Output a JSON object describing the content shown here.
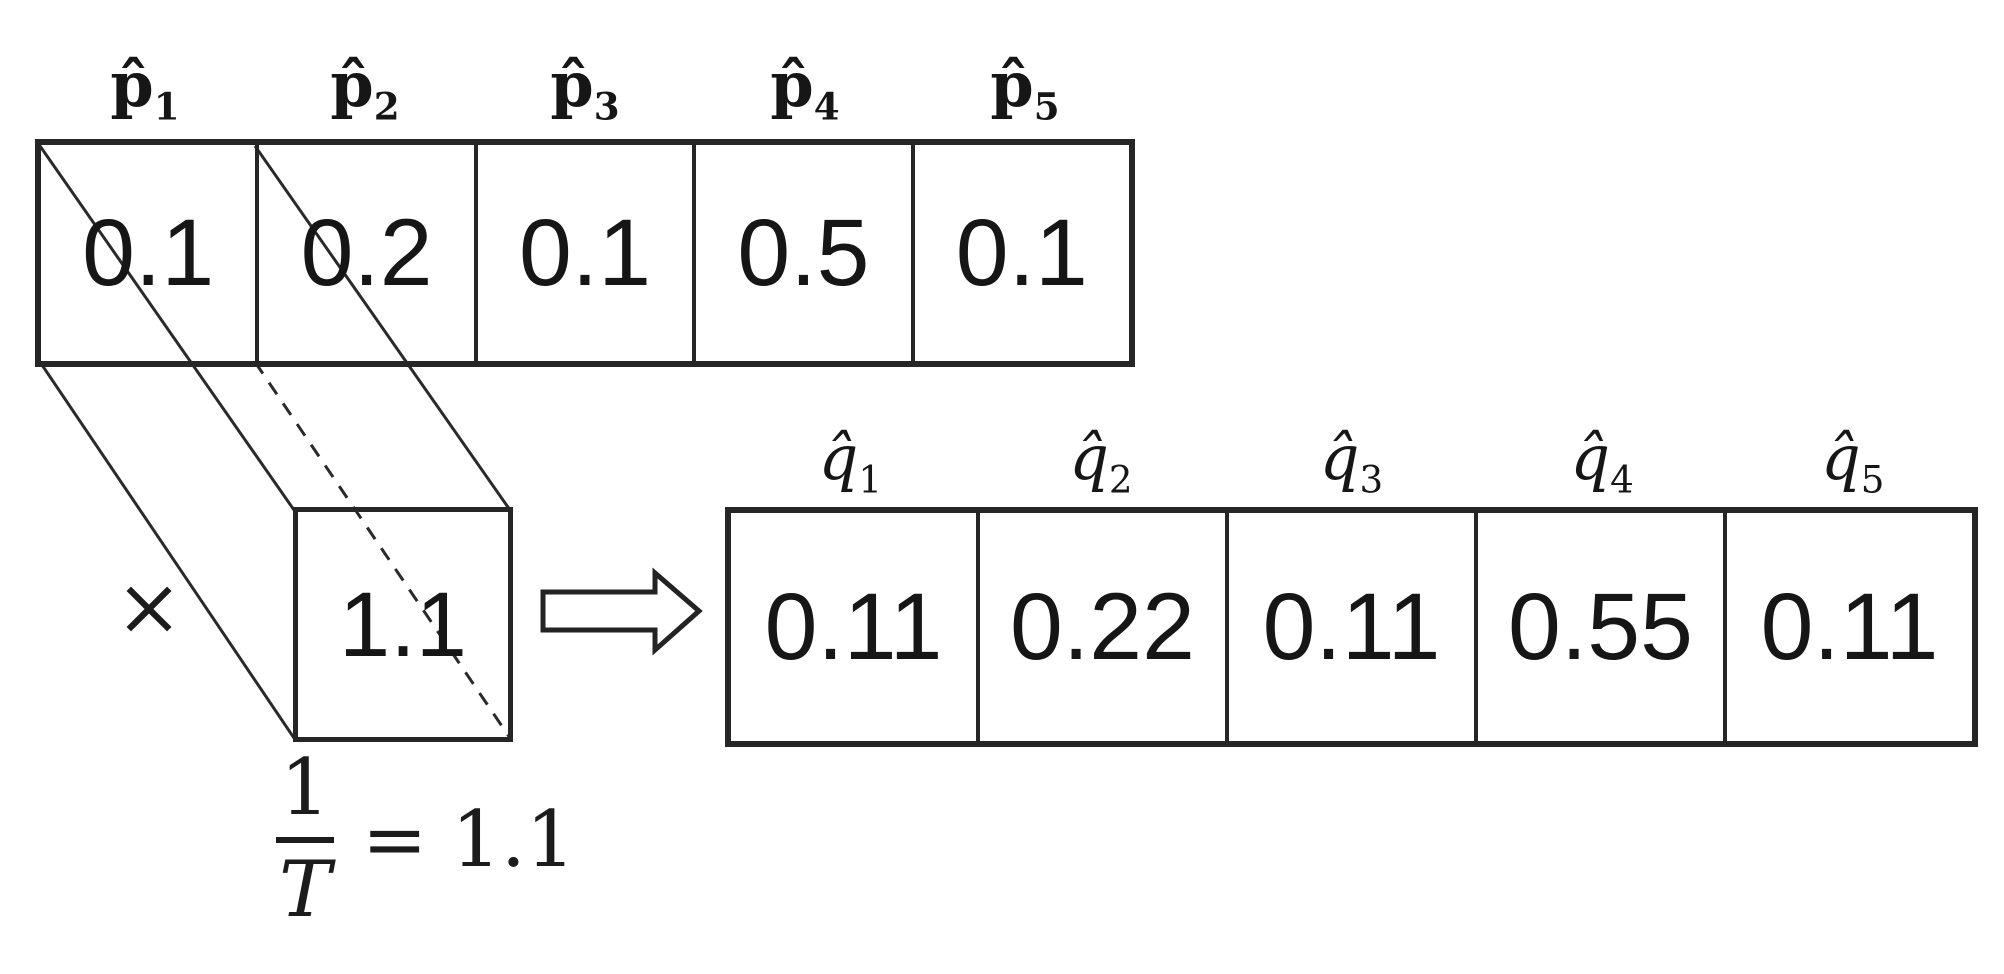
{
  "colors": {
    "ink": "#262626",
    "background": "#ffffff"
  },
  "p_row": {
    "labels": [
      {
        "base": "p̂",
        "sub": "1"
      },
      {
        "base": "p̂",
        "sub": "2"
      },
      {
        "base": "p̂",
        "sub": "3"
      },
      {
        "base": "p̂",
        "sub": "4"
      },
      {
        "base": "p̂",
        "sub": "5"
      }
    ],
    "values": [
      "0.1",
      "0.2",
      "0.1",
      "0.5",
      "0.1"
    ]
  },
  "operator": {
    "multiply": "×"
  },
  "scalar": {
    "value": "1.1"
  },
  "arrow": {
    "icon": "right-block-arrow"
  },
  "q_row": {
    "labels": [
      {
        "base": "q̂",
        "sub": "1"
      },
      {
        "base": "q̂",
        "sub": "2"
      },
      {
        "base": "q̂",
        "sub": "3"
      },
      {
        "base": "q̂",
        "sub": "4"
      },
      {
        "base": "q̂",
        "sub": "5"
      }
    ],
    "values": [
      "0.11",
      "0.22",
      "0.11",
      "0.55",
      "0.11"
    ]
  },
  "equation": {
    "numerator": "1",
    "denominator": "T",
    "equals": "=",
    "result": "1.1"
  }
}
